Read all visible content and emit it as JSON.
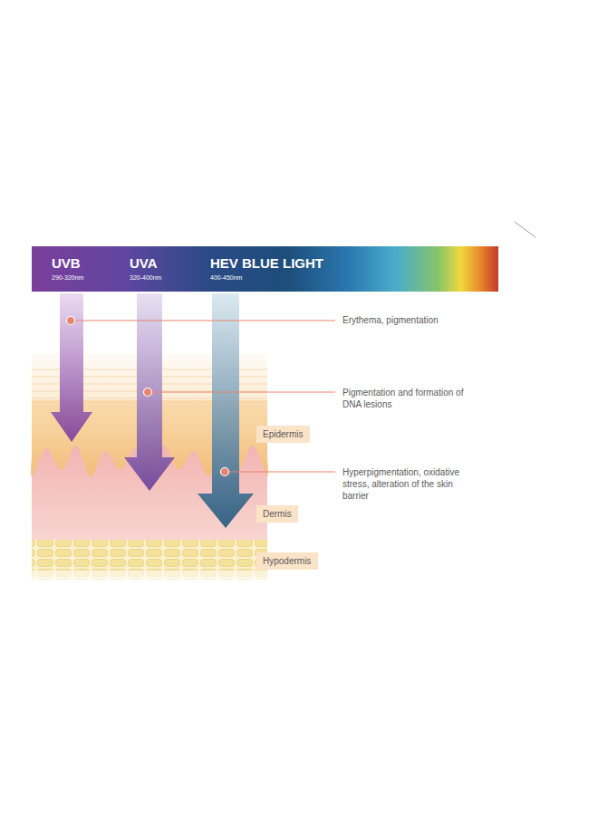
{
  "diagram": {
    "nodes": [
      {
        "text": [
          "UVB",
          "290-320nm",
          "UVA",
          "320-400nm",
          "HEV BLUE LIGHT",
          "400-450nm"
        ]
      },
      {
        "text": [
          "Epidermis"
        ]
      },
      {
        "text": [
          "Dermis"
        ]
      },
      {
        "text": [
          "Hypodermis"
        ]
      }
    ],
    "labels": [
      "Erythema, pigmentation",
      "Pigmentation and formation of DNA lesions",
      "Hyperpigmentation, oxidative stress, alteration of the skin barrier"
    ]
  }
}
